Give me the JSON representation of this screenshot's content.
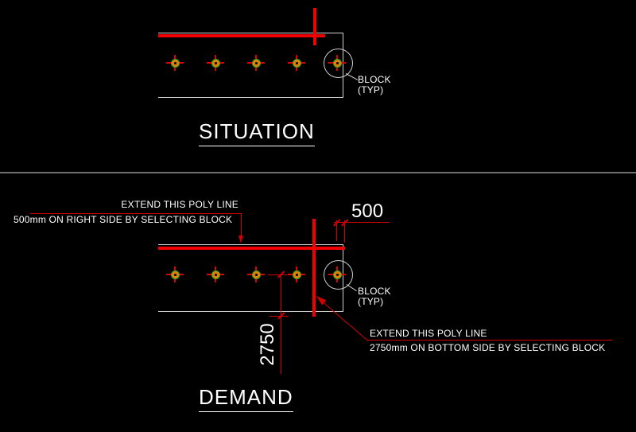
{
  "colors": {
    "background": "#000000",
    "plate_outline": "#cfcfcf",
    "polyline_red": "#f20000",
    "annotation_red": "#d40000",
    "text_white": "#ffffff",
    "block_ring_green": "#2ca42c",
    "block_core_orange": "#e08200"
  },
  "situation": {
    "title": "SITUATION",
    "block_label": [
      "BLOCK",
      "(TYP)"
    ]
  },
  "demand": {
    "title": "DEMAND",
    "top_note": [
      "EXTEND THIS POLY LINE",
      "500mm ON RIGHT SIDE BY SELECTING BLOCK"
    ],
    "bottom_note": [
      "EXTEND THIS POLY LINE",
      "2750mm ON BOTTOM SIDE BY SELECTING BLOCK"
    ],
    "dim_right": "500",
    "dim_bottom": "2750",
    "block_label": [
      "BLOCK",
      "(TYP)"
    ]
  }
}
